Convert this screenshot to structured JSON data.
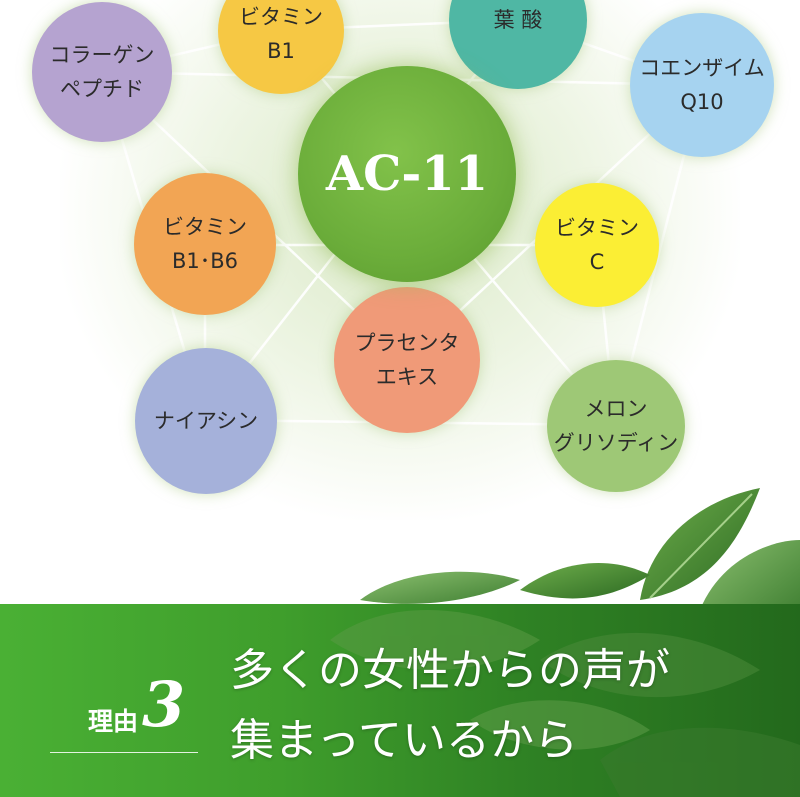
{
  "diagram": {
    "center": {
      "label": "AC-11",
      "color": "#6bad3a"
    },
    "nodes": [
      {
        "id": "collagen",
        "lines": [
          "コラーゲン",
          "ペプチド"
        ],
        "color": "#b5a3d0"
      },
      {
        "id": "vitamin-b1",
        "lines": [
          "ビタミン",
          "B1"
        ],
        "color": "#f6c844"
      },
      {
        "id": "folic-acid",
        "lines": [
          "葉 酸"
        ],
        "color": "#4fb7a4"
      },
      {
        "id": "coenzyme-q10",
        "lines": [
          "コエンザイム",
          "Q10"
        ],
        "color": "#a6d3f0"
      },
      {
        "id": "vitamin-b1-b6",
        "lines": [
          "ビタミン",
          "B1･B6"
        ],
        "color": "#f2a554"
      },
      {
        "id": "vitamin-c",
        "lines": [
          "ビタミン",
          "C"
        ],
        "color": "#fbee34"
      },
      {
        "id": "placenta-extract",
        "lines": [
          "プラセンタ",
          "エキス"
        ],
        "color": "#f09a78"
      },
      {
        "id": "niacin",
        "lines": [
          "ナイアシン"
        ],
        "color": "#a5b1da"
      },
      {
        "id": "melon-gliadin",
        "lines": [
          "メロン",
          "グリソディン"
        ],
        "color": "#9ec876"
      }
    ]
  },
  "banner": {
    "reason_label": "理由",
    "reason_number": "3",
    "headline_lines": [
      "多くの女性からの声が",
      "集まっているから"
    ],
    "colors": {
      "start": "#4ab034",
      "end": "#23691c"
    }
  }
}
